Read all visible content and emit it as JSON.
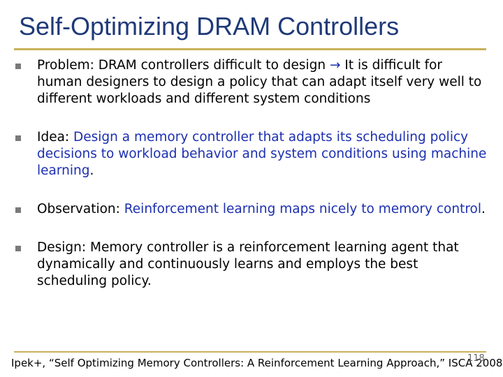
{
  "slide": {
    "title": "Self-Optimizing DRAM Controllers",
    "bullets": [
      {
        "before": "Problem: DRAM controllers difficult to design ",
        "arrow": "→",
        "after": " It is difficult for human designers to design a policy that can adapt itself very well to different workloads and different system conditions"
      },
      {
        "lead": "Idea: ",
        "highlight": "Design a memory controller that adapts its scheduling policy decisions to workload behavior and system conditions using machine learning",
        "tail": "."
      },
      {
        "lead": "Observation: ",
        "highlight": "Reinforcement learning maps nicely to memory control",
        "tail": "."
      },
      {
        "text": "Design: Memory controller is a reinforcement learning agent that dynamically and continuously learns and employs the best scheduling policy."
      }
    ],
    "citation": "Ipek+, “Self Optimizing Memory Controllers: A Reinforcement Learning Approach,” ISCA 2008.",
    "page_number": "118"
  },
  "colors": {
    "title": "#1f3a78",
    "highlight": "#1c2fb0",
    "rule": "#c9b15a",
    "bullet_marker": "#7a7a7a"
  }
}
